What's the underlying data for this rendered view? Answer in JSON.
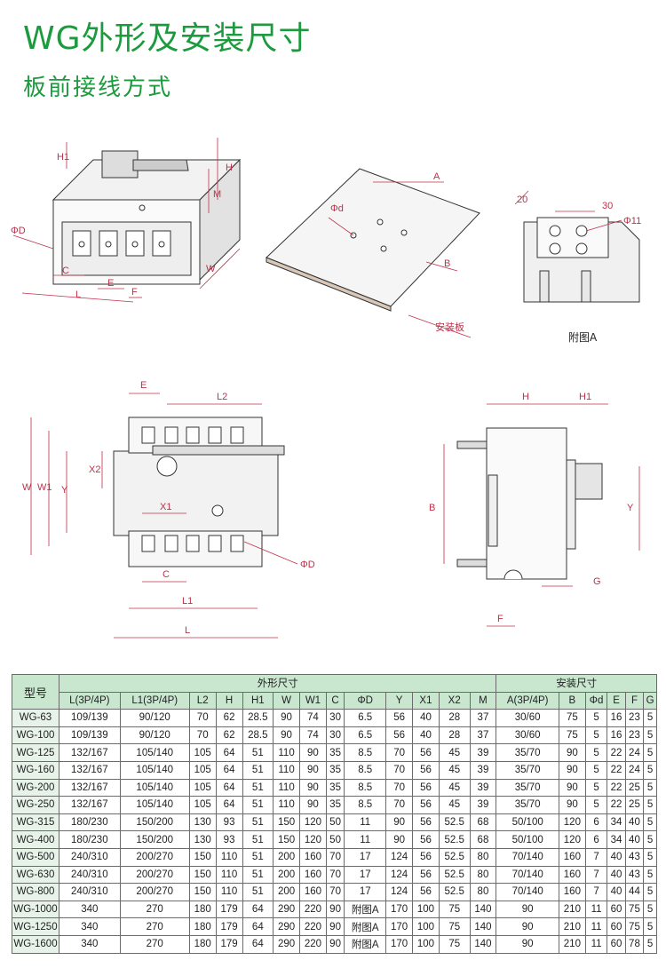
{
  "header": {
    "title": "WG外形及安装尺寸",
    "subtitle": "板前接线方式"
  },
  "drawings": {
    "isometric": {
      "labels": [
        "H1",
        "H",
        "M",
        "ΦD",
        "W",
        "C",
        "E",
        "F",
        "L"
      ]
    },
    "plate": {
      "labels": [
        "Φd",
        "A",
        "B",
        "安装板"
      ]
    },
    "detail_a": {
      "labels": [
        "20",
        "30",
        "Φ11"
      ],
      "caption": "附图A"
    },
    "front": {
      "labels": [
        "E",
        "L2",
        "W",
        "W1",
        "Y",
        "X2",
        "X1",
        "C",
        "L1",
        "L",
        "ΦD"
      ]
    },
    "side": {
      "labels": [
        "H",
        "H1",
        "B",
        "Y",
        "G",
        "F"
      ]
    }
  },
  "table": {
    "group_headers": {
      "model": "型号",
      "outline": "外形尺寸",
      "install": "安装尺寸"
    },
    "columns": [
      "L(3P/4P)",
      "L1(3P/4P)",
      "L2",
      "H",
      "H1",
      "W",
      "W1",
      "C",
      "ΦD",
      "Y",
      "X1",
      "X2",
      "M",
      "A(3P/4P)",
      "B",
      "Φd",
      "E",
      "F",
      "G"
    ],
    "rows": [
      [
        "WG-63",
        "109/139",
        "90/120",
        "70",
        "62",
        "28.5",
        "90",
        "74",
        "30",
        "6.5",
        "56",
        "40",
        "28",
        "37",
        "30/60",
        "75",
        "5",
        "16",
        "23",
        "5"
      ],
      [
        "WG-100",
        "109/139",
        "90/120",
        "70",
        "62",
        "28.5",
        "90",
        "74",
        "30",
        "6.5",
        "56",
        "40",
        "28",
        "37",
        "30/60",
        "75",
        "5",
        "16",
        "23",
        "5"
      ],
      [
        "WG-125",
        "132/167",
        "105/140",
        "105",
        "64",
        "51",
        "110",
        "90",
        "35",
        "8.5",
        "70",
        "56",
        "45",
        "39",
        "35/70",
        "90",
        "5",
        "22",
        "24",
        "5"
      ],
      [
        "WG-160",
        "132/167",
        "105/140",
        "105",
        "64",
        "51",
        "110",
        "90",
        "35",
        "8.5",
        "70",
        "56",
        "45",
        "39",
        "35/70",
        "90",
        "5",
        "22",
        "24",
        "5"
      ],
      [
        "WG-200",
        "132/167",
        "105/140",
        "105",
        "64",
        "51",
        "110",
        "90",
        "35",
        "8.5",
        "70",
        "56",
        "45",
        "39",
        "35/70",
        "90",
        "5",
        "22",
        "25",
        "5"
      ],
      [
        "WG-250",
        "132/167",
        "105/140",
        "105",
        "64",
        "51",
        "110",
        "90",
        "35",
        "8.5",
        "70",
        "56",
        "45",
        "39",
        "35/70",
        "90",
        "5",
        "22",
        "25",
        "5"
      ],
      [
        "WG-315",
        "180/230",
        "150/200",
        "130",
        "93",
        "51",
        "150",
        "120",
        "50",
        "11",
        "90",
        "56",
        "52.5",
        "68",
        "50/100",
        "120",
        "6",
        "34",
        "40",
        "5"
      ],
      [
        "WG-400",
        "180/230",
        "150/200",
        "130",
        "93",
        "51",
        "150",
        "120",
        "50",
        "11",
        "90",
        "56",
        "52.5",
        "68",
        "50/100",
        "120",
        "6",
        "34",
        "40",
        "5"
      ],
      [
        "WG-500",
        "240/310",
        "200/270",
        "150",
        "110",
        "51",
        "200",
        "160",
        "70",
        "17",
        "124",
        "56",
        "52.5",
        "80",
        "70/140",
        "160",
        "7",
        "40",
        "43",
        "5"
      ],
      [
        "WG-630",
        "240/310",
        "200/270",
        "150",
        "110",
        "51",
        "200",
        "160",
        "70",
        "17",
        "124",
        "56",
        "52.5",
        "80",
        "70/140",
        "160",
        "7",
        "40",
        "43",
        "5"
      ],
      [
        "WG-800",
        "240/310",
        "200/270",
        "150",
        "110",
        "51",
        "200",
        "160",
        "70",
        "17",
        "124",
        "56",
        "52.5",
        "80",
        "70/140",
        "160",
        "7",
        "40",
        "44",
        "5"
      ],
      [
        "WG-1000",
        "340",
        "270",
        "180",
        "179",
        "64",
        "290",
        "220",
        "90",
        "附图A",
        "170",
        "100",
        "75",
        "140",
        "90",
        "210",
        "11",
        "60",
        "75",
        "5"
      ],
      [
        "WG-1250",
        "340",
        "270",
        "180",
        "179",
        "64",
        "290",
        "220",
        "90",
        "附图A",
        "170",
        "100",
        "75",
        "140",
        "90",
        "210",
        "11",
        "60",
        "75",
        "5"
      ],
      [
        "WG-1600",
        "340",
        "270",
        "180",
        "179",
        "64",
        "290",
        "220",
        "90",
        "附图A",
        "170",
        "100",
        "75",
        "140",
        "90",
        "210",
        "11",
        "60",
        "78",
        "5"
      ]
    ]
  }
}
